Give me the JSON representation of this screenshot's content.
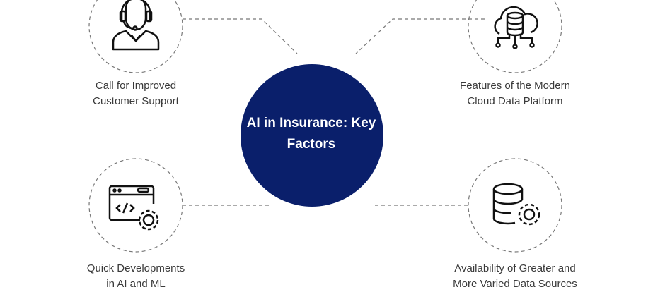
{
  "title": "AI in Insurance: Key Factors",
  "center_color": "#0a1f6b",
  "factors": [
    {
      "label_line1": "Call for Improved",
      "label_line2": "Customer Support",
      "icon": "customer-support-headset-icon"
    },
    {
      "label_line1": "Features of the Modern",
      "label_line2": "Cloud Data Platform",
      "icon": "cloud-database-icon"
    },
    {
      "label_line1": "Quick Developments",
      "label_line2": "in AI and ML",
      "icon": "code-window-gear-icon"
    },
    {
      "label_line1": "Availability of Greater and",
      "label_line2": "More Varied Data Sources",
      "icon": "database-gear-icon"
    }
  ]
}
